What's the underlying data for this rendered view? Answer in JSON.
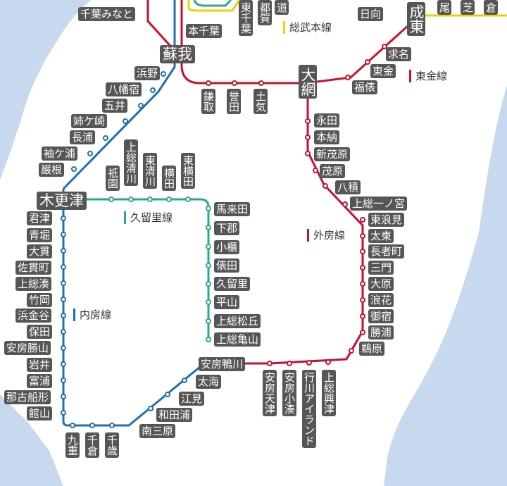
{
  "colors": {
    "sea": "#c7d8ef",
    "land": "#ffffff",
    "label_bg": "#565656",
    "label_text": "#ffffff",
    "uchibo": "#1f6fb2",
    "kururi": "#2aa98b",
    "sotobo": "#c8102e",
    "togane": "#c8102e",
    "sobu": "#f0d000",
    "keiyo": "#c8102e",
    "chiba_monorail": "#2aa98b"
  },
  "lines": {
    "sobu": "総武本線",
    "togane": "東金線",
    "kururi": "久留里線",
    "sotobo": "外房線",
    "uchibo": "内房線"
  },
  "hubs": {
    "soga": "蘇我",
    "oami": "大網",
    "kisarazu": "木更津",
    "naruto": "成東"
  },
  "stations": {
    "chibaminato": "千葉みなと",
    "honchiba": "本千葉",
    "higashichiba": "東千葉",
    "tsuga": "都賀",
    "shikawa": "道",
    "hyuga": "日向",
    "matsuo": "尾",
    "yokoshiba": "芝",
    "iioka": "倉",
    "motomachi": "求名",
    "togane": "東金",
    "fukutawara": "福俵",
    "kamatori": "鎌取",
    "honda": "誉田",
    "toke": "土気",
    "hamano": "浜野",
    "yawatajuku": "八幡宿",
    "goi": "五井",
    "anegasaki": "姉ケ崎",
    "nagaura": "長浦",
    "sodegaura": "袖ケ浦",
    "ganne": "巌根",
    "gion": "祇園",
    "kazusakiyokawa": "上総清川",
    "higashikiyokawa": "東清川",
    "yokota": "横田",
    "higashiyokota": "東横田",
    "nagata": "永田",
    "hono": "本納",
    "shinmobara": "新茂原",
    "mobara": "茂原",
    "yatsumi": "八積",
    "kazusaichinomiya": "上総一ノ宮",
    "higashinamimi": "東浪見",
    "taito": "太東",
    "chojamachi": "長者町",
    "mikado": "三門",
    "ohara": "大原",
    "namihana": "浪花",
    "onjuku": "御宿",
    "katsuura": "勝浦",
    "ubara": "鵜原",
    "umakuda": "馬来田",
    "shimogori": "下郡",
    "obitsu": "小櫃",
    "tawarada": "俵田",
    "kururi": "久留里",
    "hirayama": "平山",
    "kazusamatsuoka": "上総松丘",
    "kazusakameyama": "上総亀山",
    "kimitsu": "君津",
    "aohori": "青堀",
    "onuki": "大貫",
    "sanukimachi": "佐貫町",
    "kazusaminato": "上総湊",
    "takeoka": "竹岡",
    "hamakanaya": "浜金谷",
    "hota": "保田",
    "awakatsuyama": "安房勝山",
    "iwai": "岩井",
    "tomiura": "富浦",
    "nakofunakata": "那古船形",
    "tateyama": "館山",
    "kokonoe": "九重",
    "chikura": "千倉",
    "chitose": "千歳",
    "minamihara": "南三原",
    "wadaura": "和田浦",
    "emi": "江見",
    "futomi": "太海",
    "awakamogawa": "安房鴨川",
    "awaamatsu": "安房天津",
    "awakominato": "安房小湊",
    "gyokawaisland": "行川アイランド",
    "kazusaokitsu": "上総興津"
  }
}
